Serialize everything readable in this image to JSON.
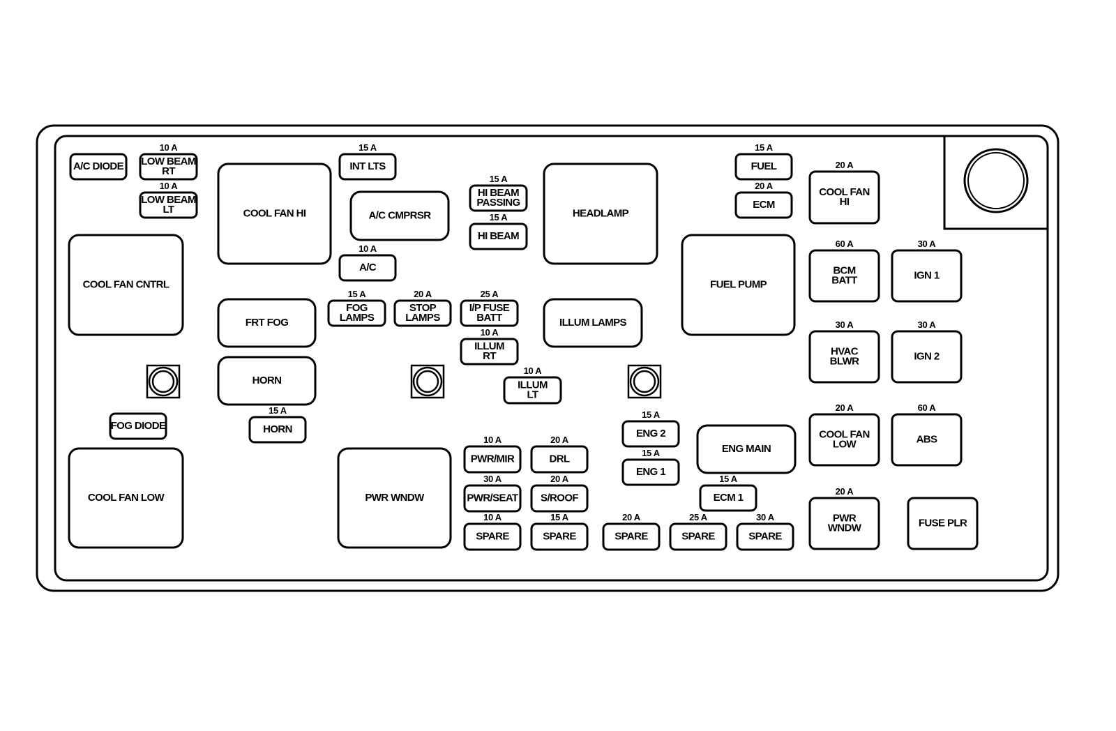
{
  "fuses": {
    "ac_diode": {
      "label": [
        "A/C DIODE"
      ],
      "rating": ""
    },
    "low_beam_rt": {
      "label": [
        "LOW BEAM",
        "RT"
      ],
      "rating": "10 A"
    },
    "low_beam_lt": {
      "label": [
        "LOW BEAM",
        "LT"
      ],
      "rating": "10 A"
    },
    "int_lts": {
      "label": [
        "INT LTS"
      ],
      "rating": "15 A"
    },
    "hi_beam_passing": {
      "label": [
        "HI BEAM",
        "PASSING"
      ],
      "rating": "15 A"
    },
    "hi_beam": {
      "label": [
        "HI BEAM"
      ],
      "rating": "15 A"
    },
    "ac": {
      "label": [
        "A/C"
      ],
      "rating": "10 A"
    },
    "fog_lamps": {
      "label": [
        "FOG",
        "LAMPS"
      ],
      "rating": "15 A"
    },
    "stop_lamps": {
      "label": [
        "STOP",
        "LAMPS"
      ],
      "rating": "20 A"
    },
    "ip_fuse_batt": {
      "label": [
        "I/P FUSE",
        "BATT"
      ],
      "rating": "25 A"
    },
    "illum_rt": {
      "label": [
        "ILLUM",
        "RT"
      ],
      "rating": "10 A"
    },
    "illum_lt": {
      "label": [
        "ILLUM",
        "LT"
      ],
      "rating": "10 A"
    },
    "horn_fuse": {
      "label": [
        "HORN"
      ],
      "rating": "15 A"
    },
    "fog_diode": {
      "label": [
        "FOG DIODE"
      ],
      "rating": ""
    },
    "pwr_mir": {
      "label": [
        "PWR/MIR"
      ],
      "rating": "10 A"
    },
    "drl": {
      "label": [
        "DRL"
      ],
      "rating": "20 A"
    },
    "pwr_seat": {
      "label": [
        "PWR/SEAT"
      ],
      "rating": "30 A"
    },
    "s_roof": {
      "label": [
        "S/ROOF"
      ],
      "rating": "20 A"
    },
    "spare_1": {
      "label": [
        "SPARE"
      ],
      "rating": "10 A"
    },
    "spare_2": {
      "label": [
        "SPARE"
      ],
      "rating": "15 A"
    },
    "spare_3": {
      "label": [
        "SPARE"
      ],
      "rating": "20 A"
    },
    "spare_4": {
      "label": [
        "SPARE"
      ],
      "rating": "25 A"
    },
    "spare_5": {
      "label": [
        "SPARE"
      ],
      "rating": "30 A"
    },
    "eng_2": {
      "label": [
        "ENG 2"
      ],
      "rating": "15 A"
    },
    "eng_1": {
      "label": [
        "ENG 1"
      ],
      "rating": "15 A"
    },
    "ecm_1": {
      "label": [
        "ECM 1"
      ],
      "rating": "15 A"
    },
    "fuel": {
      "label": [
        "FUEL"
      ],
      "rating": "15 A"
    },
    "ecm": {
      "label": [
        "ECM"
      ],
      "rating": "20 A"
    },
    "cool_fan_hi_fuse": {
      "label": [
        "COOL FAN",
        "HI"
      ],
      "rating": "20 A"
    },
    "bcm_batt": {
      "label": [
        "BCM",
        "BATT"
      ],
      "rating": "60 A"
    },
    "ign_1": {
      "label": [
        "IGN 1"
      ],
      "rating": "30 A"
    },
    "hvac_blwr": {
      "label": [
        "HVAC",
        "BLWR"
      ],
      "rating": "30 A"
    },
    "ign_2": {
      "label": [
        "IGN 2"
      ],
      "rating": "30 A"
    },
    "cool_fan_low_fuse": {
      "label": [
        "COOL FAN",
        "LOW"
      ],
      "rating": "20 A"
    },
    "abs": {
      "label": [
        "ABS"
      ],
      "rating": "60 A"
    },
    "pwr_wndw_fuse": {
      "label": [
        "PWR",
        "WNDW"
      ],
      "rating": "20 A"
    },
    "fuse_plr": {
      "label": [
        "FUSE PLR"
      ],
      "rating": ""
    }
  },
  "relays": {
    "cool_fan_hi": {
      "label": [
        "COOL FAN HI"
      ]
    },
    "ac_cmprsr": {
      "label": [
        "A/C CMPRSR"
      ]
    },
    "headlamp": {
      "label": [
        "HEADLAMP"
      ]
    },
    "cool_fan_cntrl": {
      "label": [
        "COOL FAN CNTRL"
      ]
    },
    "frt_fog": {
      "label": [
        "FRT FOG"
      ]
    },
    "horn": {
      "label": [
        "HORN"
      ]
    },
    "illum_lamps": {
      "label": [
        "ILLUM LAMPS"
      ]
    },
    "fuel_pump": {
      "label": [
        "FUEL PUMP"
      ]
    },
    "cool_fan_low": {
      "label": [
        "COOL FAN LOW"
      ]
    },
    "pwr_wndw": {
      "label": [
        "PWR WNDW"
      ]
    },
    "eng_main": {
      "label": [
        "ENG MAIN"
      ]
    }
  }
}
